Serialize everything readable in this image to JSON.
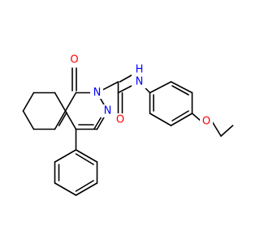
{
  "molecule": {
    "colors": {
      "bond": "#000000",
      "oxygen": "#ff0000",
      "nitrogen": "#0000ff",
      "background": "#ffffff"
    },
    "atom_labels": {
      "carbonyl_oxygen_ring": "O",
      "ring_nitrogen_2": "N",
      "ring_nitrogen_3": "N",
      "amide_oxygen": "O",
      "amide_nitrogen_h": "H",
      "amide_nitrogen": "N",
      "ether_oxygen": "O"
    }
  }
}
